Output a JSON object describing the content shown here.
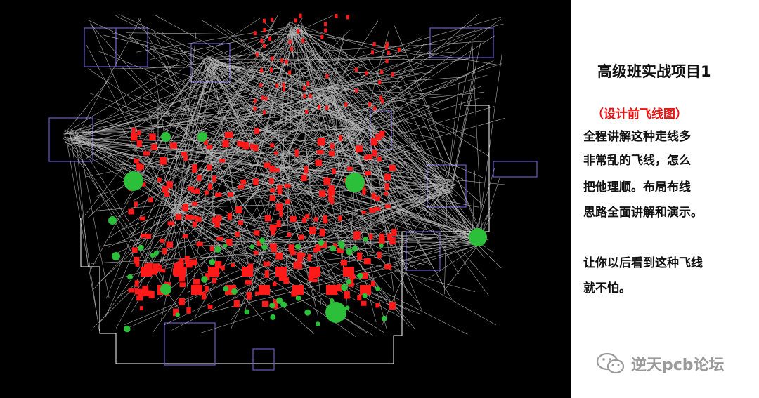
{
  "panel": {
    "title": "高级班实战项目1",
    "subtitle": "（设计前飞线图）",
    "paragraph1": [
      "全程讲解这种走线多",
      "非常乱的飞线，怎么",
      "把他理顺。布局布线",
      "思路全面讲解和演示。"
    ],
    "paragraph2": [
      "让你以后看到这种飞线",
      "就不怕。"
    ]
  },
  "watermark": {
    "text": "逆天pcb论坛",
    "icon": "wechat-icon"
  },
  "canvas": {
    "description_icon": "pcb-ratsnest-view",
    "colors": {
      "background": "#000000",
      "ratsnest": "#d9d9d9",
      "pad_smd": "#ff1a1a",
      "pad_through": "#2bbf3a",
      "outline": "#ffffff",
      "component_box": "#6a5acd"
    }
  }
}
